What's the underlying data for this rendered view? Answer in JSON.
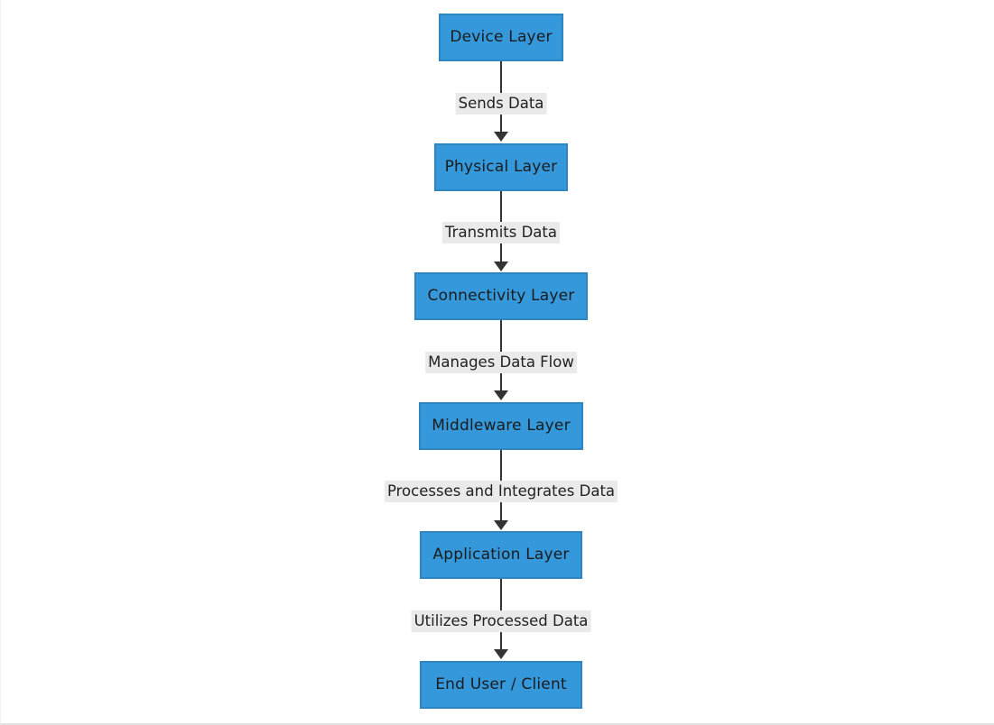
{
  "diagram": {
    "type": "flowchart",
    "direction": "top-to-bottom",
    "title": "",
    "colors": {
      "node_fill": "#3498db",
      "node_border": "#2e86c1",
      "node_text": "#1c1c1c",
      "edge_line": "#333333",
      "edge_label_background": "#eaeaea",
      "edge_label_text": "#222222",
      "canvas_background": "#ffffff"
    },
    "nodes": [
      {
        "id": "device",
        "label": "Device Layer"
      },
      {
        "id": "physical",
        "label": "Physical Layer"
      },
      {
        "id": "connectivity",
        "label": "Connectivity Layer"
      },
      {
        "id": "middleware",
        "label": "Middleware Layer"
      },
      {
        "id": "application",
        "label": "Application Layer"
      },
      {
        "id": "enduser",
        "label": "End User / Client"
      }
    ],
    "edges": [
      {
        "from": "device",
        "to": "physical",
        "label": "Sends Data"
      },
      {
        "from": "physical",
        "to": "connectivity",
        "label": "Transmits Data"
      },
      {
        "from": "connectivity",
        "to": "middleware",
        "label": "Manages Data Flow"
      },
      {
        "from": "middleware",
        "to": "application",
        "label": "Processes and Integrates Data"
      },
      {
        "from": "application",
        "to": "enduser",
        "label": "Utilizes Processed Data"
      }
    ]
  }
}
